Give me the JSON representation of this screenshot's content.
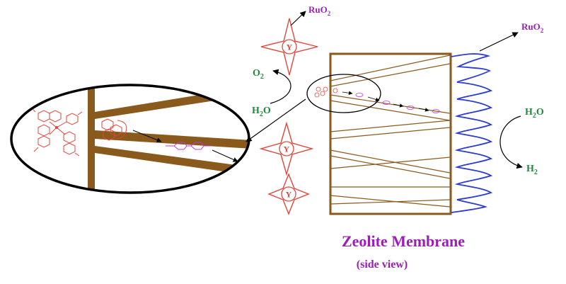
{
  "labels": {
    "ruo2_top": "RuO",
    "ruo2_top_sub": "2",
    "ruo2_right": "RuO",
    "ruo2_right_sub": "2",
    "o2": "O",
    "o2_sub": "2",
    "h2o_left": "H",
    "h2o_left_sub": "2",
    "h2o_left_tail": "O",
    "h2o_right": "H",
    "h2o_right_sub": "2",
    "h2o_right_tail": "O",
    "h2": "H",
    "h2_sub": "2",
    "y_1": "Y",
    "y_2": "Y",
    "y_3": "Y"
  },
  "caption": {
    "title": "Zeolite Membrane",
    "subtitle": "(side view)"
  },
  "colors": {
    "zeolite_frame": "#8a5a1c",
    "sensitizer": "#e2453a",
    "viologen": "#c23ad6",
    "catalyst_film": "#2b3bd6",
    "oxygen_label": "#1f8a3c",
    "ruo2_label": "#9b1fb5"
  }
}
